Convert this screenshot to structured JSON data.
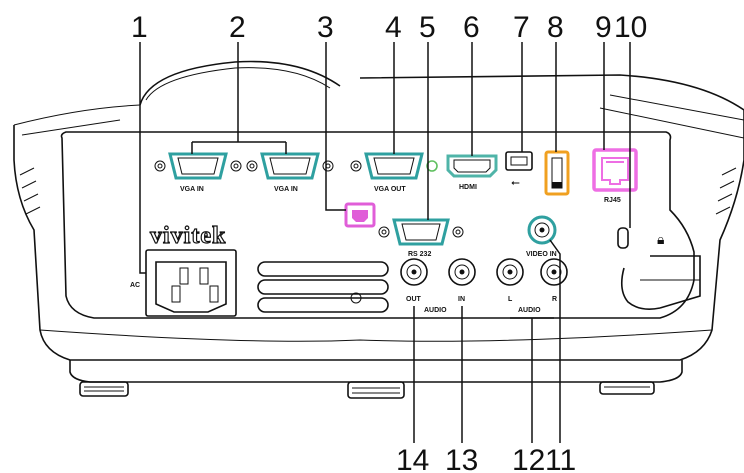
{
  "brand": "vivitek",
  "callouts": {
    "n1": "1",
    "n2": "2",
    "n3": "3",
    "n4": "4",
    "n5": "5",
    "n6": "6",
    "n7": "7",
    "n8": "8",
    "n9": "9",
    "n10": "10",
    "n11": "11",
    "n12": "12",
    "n13": "13",
    "n14": "14"
  },
  "port_labels": {
    "ac": "AC",
    "vga_in_1": "VGA IN",
    "vga_in_2": "VGA IN",
    "vga_out": "VGA OUT",
    "hdmi": "HDMI",
    "rs232": "RS 232",
    "rj45": "RJ45",
    "video_in": "VIDEO IN",
    "out": "OUT",
    "in": "IN",
    "audio_left_group": "AUDIO",
    "l": "L",
    "r": "R",
    "audio_right_group": "AUDIO"
  },
  "colors": {
    "usb_b_highlight": "#e05ed8",
    "usb_a_highlight": "#f0a020",
    "rj45_highlight": "#ee6ee4",
    "hdmi_highlight": "#4fb4a8",
    "vga_highlight": "#2fa0a0",
    "rs232_highlight": "#2fa0a0",
    "video_highlight": "#2fa0a0",
    "vga_out_accent": "#60c060"
  }
}
